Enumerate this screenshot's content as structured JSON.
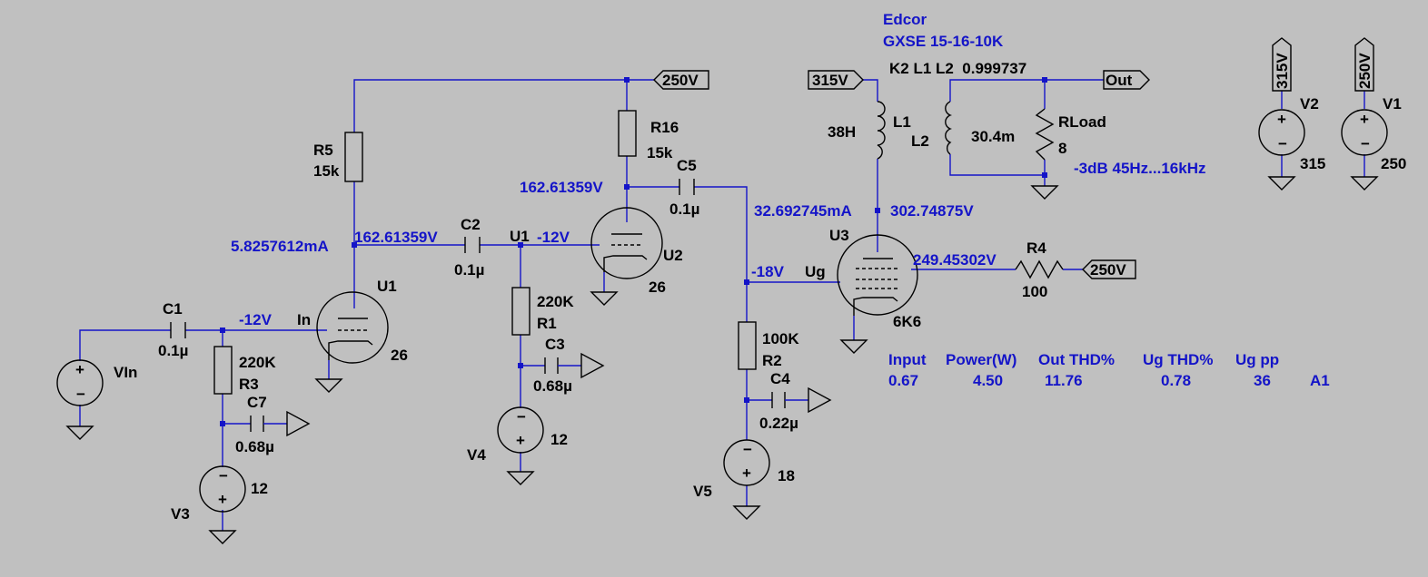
{
  "schematic": {
    "header": {
      "vendor": "Edcor",
      "model": "GXSE 15-16-10K"
    },
    "components": {
      "C1": {
        "name": "C1",
        "value": "0.1µ"
      },
      "C2": {
        "name": "C2",
        "value": "0.1µ"
      },
      "C3": {
        "name": "C3",
        "value": "0.68µ"
      },
      "C4": {
        "name": "C4",
        "value": "0.22µ"
      },
      "C5": {
        "name": "C5",
        "value": "0.1µ"
      },
      "C7": {
        "name": "C7",
        "value": "0.68µ"
      },
      "R1": {
        "name": "R1",
        "value": "220K"
      },
      "R2": {
        "name": "R2",
        "value": "100K"
      },
      "R3": {
        "name": "R3",
        "value": "220K"
      },
      "R4": {
        "name": "R4",
        "value": "100"
      },
      "R5": {
        "name": "R5",
        "value": "15k"
      },
      "R16": {
        "name": "R16",
        "value": "15k"
      },
      "RLoad": {
        "name": "RLoad",
        "value": "8"
      },
      "L1": {
        "name": "L1",
        "value": "38H"
      },
      "L2": {
        "name": "L2",
        "value": "30.4m"
      },
      "U1": {
        "name": "U1",
        "value": "26"
      },
      "U2": {
        "name": "U2",
        "value": "26"
      },
      "U3": {
        "name": "U3",
        "value": "6K6"
      },
      "V1": {
        "name": "V1",
        "value": "250"
      },
      "V2": {
        "name": "V2",
        "value": "315"
      },
      "V3": {
        "name": "V3",
        "value": "12"
      },
      "V4": {
        "name": "V4",
        "value": "12"
      },
      "V5": {
        "name": "V5",
        "value": "18"
      },
      "VIn": {
        "name": "VIn"
      }
    },
    "directive": "K2 L1 L2  0.999737",
    "net_labels": {
      "n250_top": "250V",
      "n315": "315V",
      "out": "Out",
      "n250_r4": "250V",
      "v2": "315V",
      "v1": "250V",
      "u1_grid": "U1",
      "in": "In",
      "ug": "Ug"
    },
    "annotations": {
      "u1_plate_current": "5.8257612mA",
      "u1_plate_voltage": "162.61359V",
      "u2_grid_bias": "-12V",
      "u1_grid_bias": "-12V",
      "u2_plate_voltage": "162.61359V",
      "u3_plate_current": "32.692745mA",
      "u3_plate_voltage": "302.74875V",
      "u3_screen_voltage": "249.45302V",
      "u3_grid_bias": "-18V",
      "response": "-3dB 45Hz...16kHz"
    },
    "results": {
      "headers": [
        "Input",
        "Power(W)",
        "Out THD%",
        "Ug THD%",
        "Ug pp"
      ],
      "values": [
        "0.67",
        "4.50",
        "11.76",
        "0.78",
        "36",
        "A1"
      ]
    }
  }
}
